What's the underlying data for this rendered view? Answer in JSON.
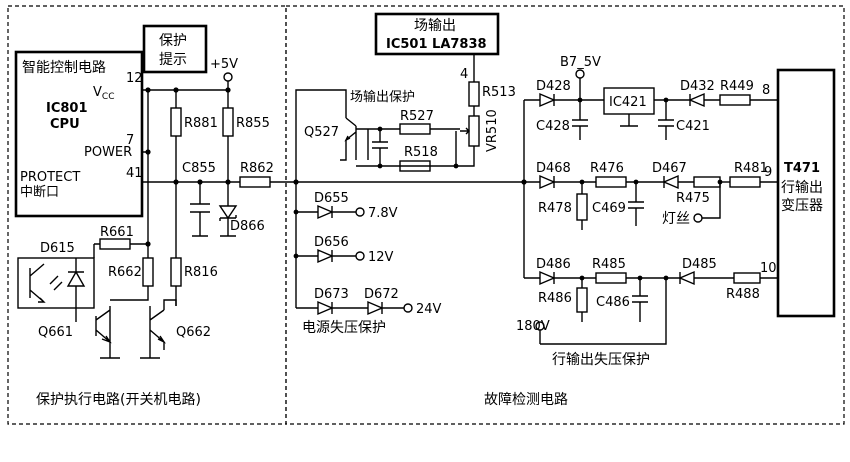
{
  "sections": {
    "left": "保护执行电路(开关机电路)",
    "right": "故障检测电路"
  },
  "cpu": {
    "name1": "智能控制电路",
    "ic": "IC801",
    "cpu": "CPU",
    "vcc": "V",
    "vcc_sub": "CC",
    "power": "POWER",
    "protect": "PROTECT",
    "interrupt": "中断口",
    "pin12": "12",
    "pin7": "7",
    "pin41": "41"
  },
  "prompt_box": {
    "line1": "保护",
    "line2": "提示"
  },
  "supply": {
    "plus5v": "+5V",
    "b7": "B7_5V",
    "v180": "180V"
  },
  "ic501": {
    "line1": "场输出",
    "line2": "IC501 LA7838",
    "pin": "4"
  },
  "t471": {
    "name": "T471",
    "line1": "行输出",
    "line2": "变压器",
    "pin8": "8",
    "pin9": "9",
    "pin10": "10"
  },
  "ic421": "IC421",
  "labels": {
    "R881": "R881",
    "R855": "R855",
    "C855": "C855",
    "R862": "R862",
    "D866": "D866",
    "D615": "D615",
    "R661": "R661",
    "R662": "R662",
    "R816": "R816",
    "Q661": "Q661",
    "Q662": "Q662",
    "Q527": "Q527",
    "field_protect": "场输出保护",
    "R527": "R527",
    "R518": "R518",
    "R513": "R513",
    "VR510": "VR510",
    "D655": "D655",
    "v78": "7.8V",
    "D656": "D656",
    "v12": "12V",
    "D673": "D673",
    "D672": "D672",
    "v24": "24V",
    "psu_protect": "电源失压保护",
    "D428": "D428",
    "C428": "C428",
    "D432": "D432",
    "R449": "R449",
    "C421": "C421",
    "D468": "D468",
    "R476": "R476",
    "D467": "D467",
    "R481": "R481",
    "R478": "R478",
    "C469": "C469",
    "R475": "R475",
    "filament": "灯丝",
    "D486": "D486",
    "R485": "R485",
    "D485": "D485",
    "R486": "R486",
    "C486": "C486",
    "R488": "R488",
    "line_protect": "行输出失压保护"
  }
}
